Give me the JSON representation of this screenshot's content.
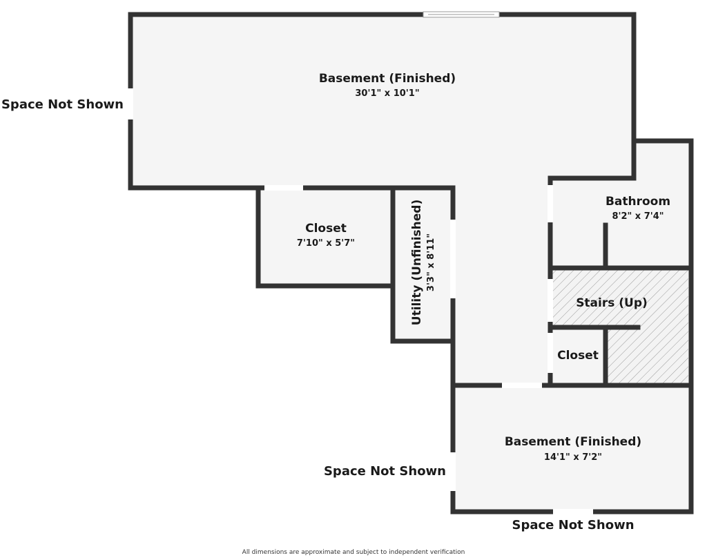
{
  "rooms": {
    "basement_top": {
      "name": "Basement (Finished)",
      "dims": "30'1\" x 10'1\""
    },
    "closet_left": {
      "name": "Closet",
      "dims": "7'10\" x 5'7\""
    },
    "utility": {
      "name": "Utility (Unfinished)",
      "dims": "3'3\" x 8'11\""
    },
    "bathroom": {
      "name": "Bathroom",
      "dims": "8'2\" x 7'4\""
    },
    "stairs": {
      "name": "Stairs (Up)"
    },
    "closet_right": {
      "name": "Closet"
    },
    "basement_bottom": {
      "name": "Basement (Finished)",
      "dims": "14'1\" x 7'2\""
    }
  },
  "outside_labels": {
    "left": "Space Not Shown",
    "bottom_left": "Space Not Shown",
    "bottom": "Space Not Shown"
  },
  "footer_note": "All dimensions are approximate and subject to independent verification",
  "colors": {
    "wall": "#333333",
    "floor": "#f5f5f5",
    "hatch": "#9a9a9a",
    "text": "#1a1a1a"
  }
}
